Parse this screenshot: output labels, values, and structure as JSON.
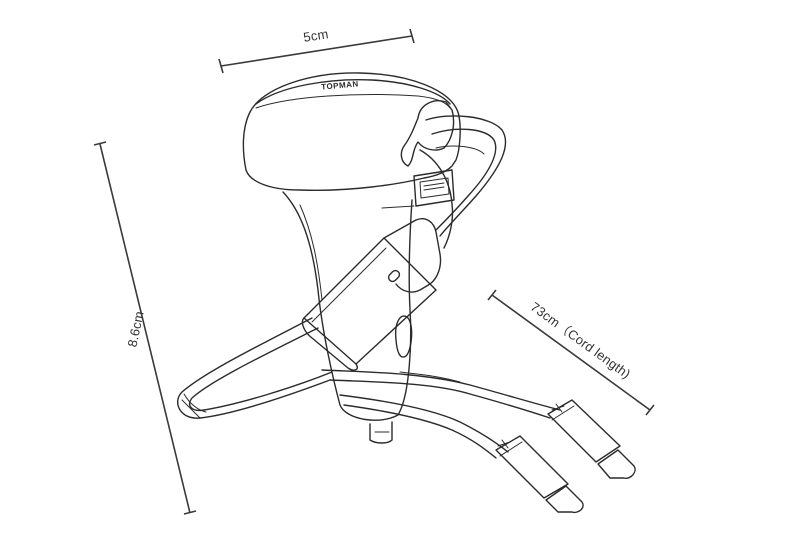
{
  "dimensions": {
    "width_label": "5cm",
    "height_label": "8.6cm",
    "cord_label": "73cm（Cord length)"
  },
  "product": {
    "brand_marking": "TOPMAN"
  },
  "colors": {
    "ink": "#2b2b2b",
    "background": "#ffffff"
  }
}
